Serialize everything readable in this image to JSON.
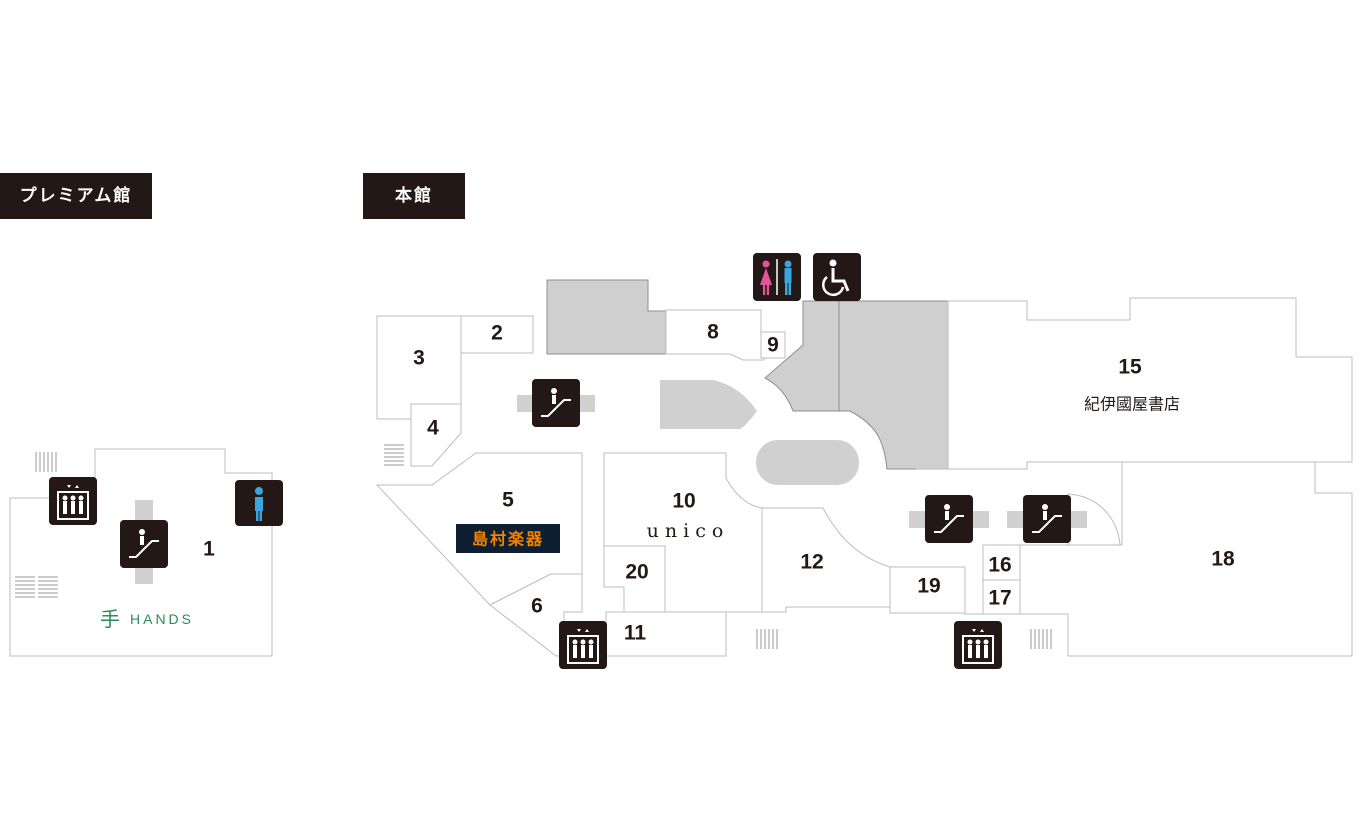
{
  "buildings": {
    "premium": {
      "label": "プレミアム館"
    },
    "main": {
      "label": "本館"
    }
  },
  "stores": {
    "s1": "1",
    "s2": "2",
    "s3": "3",
    "s4": "4",
    "s5": "5",
    "s6": "6",
    "s8": "8",
    "s9": "9",
    "s10": "10",
    "s11": "11",
    "s12": "12",
    "s15": "15",
    "s16": "16",
    "s17": "17",
    "s18": "18",
    "s19": "19",
    "s20": "20"
  },
  "store_names": {
    "s10": "unico",
    "s15": "紀伊國屋書店",
    "s5": "島村楽器",
    "s1": "HANDS"
  },
  "icons": {
    "elevator": "elevator-icon",
    "escalator": "escalator-icon",
    "restroom_men": "men-restroom-icon",
    "restroom_all": "restroom-icon",
    "accessible": "wheelchair-icon"
  },
  "colors": {
    "icon_bg": "#231815",
    "tenant_outline": "#bdbdbd",
    "common_area": "#cfcfcf",
    "restroom_female": "#e3559a",
    "restroom_male": "#3aa6dd",
    "hands_green": "#2e8b57",
    "shimamura_orange": "#f08300",
    "shimamura_bg": "#0f1f33"
  }
}
